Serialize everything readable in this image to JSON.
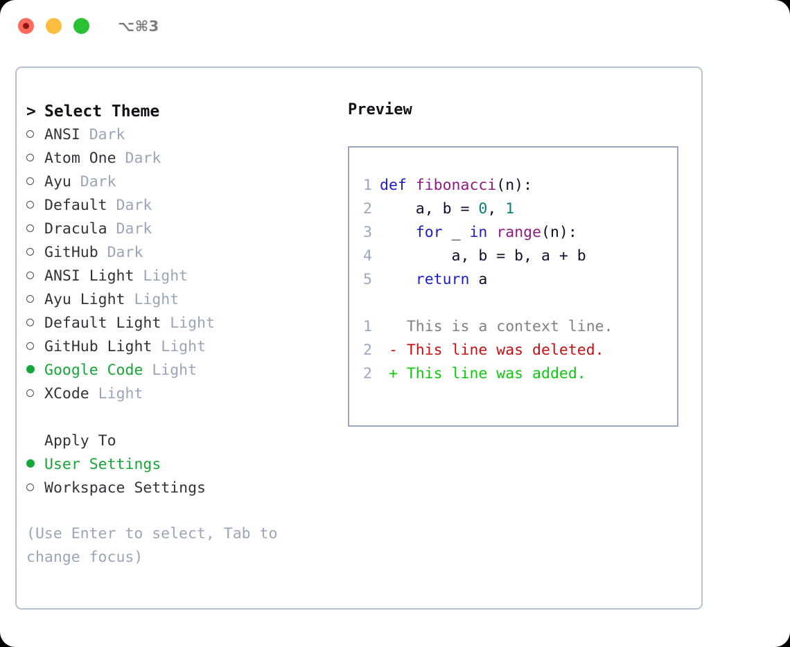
{
  "titlebar": {
    "shortcut": "⌥⌘3",
    "close_label": "close",
    "minimize_label": "minimize",
    "maximize_label": "maximize"
  },
  "theme_picker": {
    "caret": ">",
    "heading": "Select Theme",
    "bullet_selected": "●",
    "bullet_empty": "○",
    "items": [
      {
        "name": "ANSI",
        "variant": "Dark",
        "selected": false
      },
      {
        "name": "Atom One",
        "variant": "Dark",
        "selected": false
      },
      {
        "name": "Ayu",
        "variant": "Dark",
        "selected": false
      },
      {
        "name": "Default",
        "variant": "Dark",
        "selected": false
      },
      {
        "name": "Dracula",
        "variant": "Dark",
        "selected": false
      },
      {
        "name": "GitHub",
        "variant": "Dark",
        "selected": false
      },
      {
        "name": "ANSI Light",
        "variant": "Light",
        "selected": false
      },
      {
        "name": "Ayu Light",
        "variant": "Light",
        "selected": false
      },
      {
        "name": "Default Light",
        "variant": "Light",
        "selected": false
      },
      {
        "name": "GitHub Light",
        "variant": "Light",
        "selected": false
      },
      {
        "name": "Google Code",
        "variant": "Light",
        "selected": true
      },
      {
        "name": "XCode",
        "variant": "Light",
        "selected": false
      }
    ]
  },
  "apply_to": {
    "heading": "Apply To",
    "options": [
      {
        "label": "User Settings",
        "selected": true
      },
      {
        "label": "Workspace Settings",
        "selected": false
      }
    ]
  },
  "hint": "(Use Enter to select, Tab to change focus)",
  "preview": {
    "title": "Preview",
    "code_lines": [
      {
        "number": "1",
        "tokens": [
          {
            "text": "def ",
            "kind": "kw"
          },
          {
            "text": "fibonacci",
            "kind": "fn"
          },
          {
            "text": "(n):",
            "kind": "pln"
          }
        ]
      },
      {
        "number": "2",
        "tokens": [
          {
            "text": "    a, b = ",
            "kind": "pln"
          },
          {
            "text": "0",
            "kind": "num"
          },
          {
            "text": ", ",
            "kind": "pln"
          },
          {
            "text": "1",
            "kind": "num"
          }
        ]
      },
      {
        "number": "3",
        "tokens": [
          {
            "text": "    ",
            "kind": "pln"
          },
          {
            "text": "for",
            "kind": "kw"
          },
          {
            "text": " _ ",
            "kind": "pln"
          },
          {
            "text": "in",
            "kind": "kw"
          },
          {
            "text": " ",
            "kind": "pln"
          },
          {
            "text": "range",
            "kind": "fn"
          },
          {
            "text": "(n):",
            "kind": "pln"
          }
        ]
      },
      {
        "number": "4",
        "tokens": [
          {
            "text": "        a, b = b, a + b",
            "kind": "pln"
          }
        ]
      },
      {
        "number": "5",
        "tokens": [
          {
            "text": "    ",
            "kind": "pln"
          },
          {
            "text": "return",
            "kind": "kw"
          },
          {
            "text": " a",
            "kind": "pln"
          }
        ]
      }
    ],
    "diff_lines": [
      {
        "number": "1",
        "sign": " ",
        "text": "This is a context line.",
        "kind": "ctx"
      },
      {
        "number": "2",
        "sign": "-",
        "text": "This line was deleted.",
        "kind": "del"
      },
      {
        "number": "2",
        "sign": "+",
        "text": "This line was added.",
        "kind": "add"
      }
    ]
  },
  "colors": {
    "accent_green": "#16a637",
    "dim": "#9aa5b8",
    "border": "#b8c2cf",
    "preview_border": "#9aa8bd",
    "kw": "#1c1cc4",
    "fn": "#8f1a80",
    "num": "#0b7b7b",
    "plain": "#0d0d2b",
    "diff_context": "#808087",
    "diff_deleted": "#c41010",
    "diff_added": "#0ec80e"
  }
}
